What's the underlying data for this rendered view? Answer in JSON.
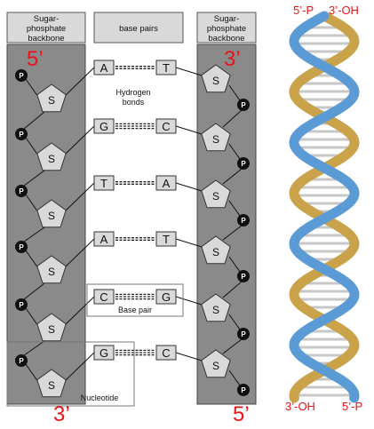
{
  "headers": {
    "left_backbone": [
      "Sugar-",
      "phosphate",
      "backbone"
    ],
    "right_backbone": [
      "Sugar-",
      "phosphate",
      "backbone"
    ],
    "base_pairs": "base pairs"
  },
  "ends": {
    "left_top": "5’",
    "right_top": "3’",
    "left_bottom": "3’",
    "right_bottom": "5’"
  },
  "sugar_label": "S",
  "phosphate_label": "P",
  "pairs": [
    {
      "left": "A",
      "right": "T"
    },
    {
      "left": "G",
      "right": "C"
    },
    {
      "left": "T",
      "right": "A"
    },
    {
      "left": "A",
      "right": "T"
    },
    {
      "left": "C",
      "right": "G"
    },
    {
      "left": "G",
      "right": "C"
    }
  ],
  "annotations": {
    "hydrogen_bonds": [
      "Hydrogen",
      "bonds"
    ],
    "base_pair": "Base pair",
    "nucleotide": "Nucleotide"
  },
  "helix": {
    "top_left": "5’-P",
    "top_right": "3’-OH",
    "bottom_left": "3’-OH",
    "bottom_right": "5’-P"
  },
  "colors": {
    "backbone_fill": "#8a8a8a",
    "box_fill": "#d9d9d9",
    "end_label": "#e8141a",
    "strand_gold": "#c9a24a",
    "strand_blue": "#5b9bd5"
  }
}
